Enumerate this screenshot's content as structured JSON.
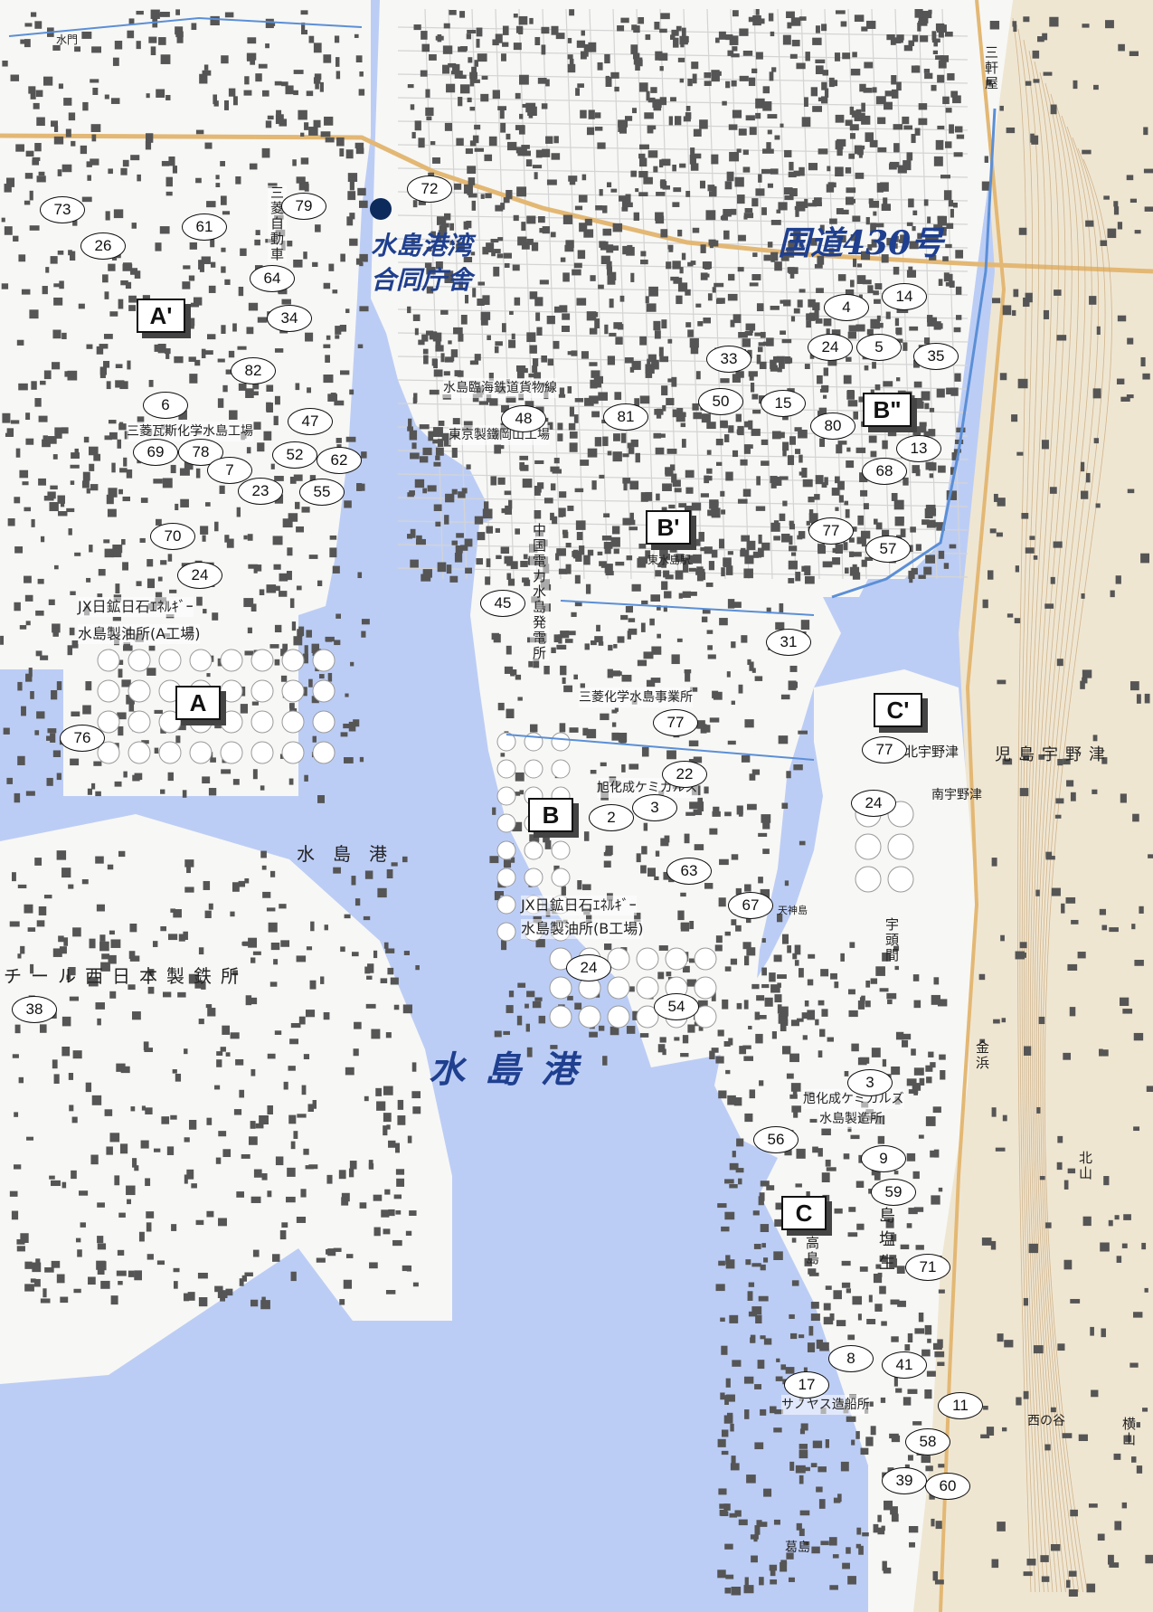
{
  "map": {
    "colors": {
      "water": "#bccdf5",
      "land": "#f7f7f5",
      "hill": "#efe6d2",
      "river": "#5b8fd6",
      "road_major": "#e3b874",
      "road_minor": "#d4d4d4",
      "block": "#555555",
      "label_blue": "#1f3f8f",
      "office_marker": "#0d2a5c"
    },
    "office": {
      "name_line1": "水島港湾",
      "name_line2": "合同庁舎",
      "icon": "office-dot-icon"
    },
    "route_label": "国道430号",
    "harbor_title": "水 島 港",
    "harbor_small": "水　島　港",
    "zones": [
      "A'",
      "A",
      "B'",
      "B\"",
      "B",
      "C'",
      "C"
    ],
    "facilities": {
      "jx_a_line1": "JX日鉱日石ｴﾈﾙｷﾞｰ",
      "jx_a_line2": "水島製油所(A工場)",
      "mitsubishi_gas": "三菱瓦斯化学水島工場",
      "mitsubishi_motors": "三菱自動車",
      "railway": "水島臨海鉄道貨物線",
      "tokyo_steel": "東京製鐵岡山工場",
      "chugoku_power": "中国電力水島発電所",
      "higashi_mizushima": "東水島駅",
      "mitsubishi_chem": "三菱化学水島事業所",
      "asahi_b": "旭化成ケミカルズ",
      "jx_b_line1": "JX日鉱日石ｴﾈﾙｷﾞｰ",
      "jx_b_line2": "水島製油所(B工場)",
      "jfe": "チール西日本製鉄所",
      "asahi_c_line1": "旭化成ケミカルズ",
      "asahi_c_line2": "水島製造所",
      "sanoyas": "サノヤス造船所",
      "kita_uno": "北宇野津",
      "kojima": "児島宇野津",
      "minami_uno": "南宇野津",
      "utoma": "宇頭間",
      "kanahama": "金浜",
      "takashima": "高島",
      "shionasu": "島塩生",
      "kuzushima": "葛島",
      "shimono": "西の谷",
      "yokoyama": "横山",
      "kitayama": "北山",
      "sanken": "三軒屋",
      "suimon": "水門",
      "tenjin": "天神島"
    },
    "markers": [
      {
        "n": "73"
      },
      {
        "n": "26"
      },
      {
        "n": "61"
      },
      {
        "n": "79"
      },
      {
        "n": "72"
      },
      {
        "n": "64"
      },
      {
        "n": "34"
      },
      {
        "n": "82"
      },
      {
        "n": "6"
      },
      {
        "n": "47"
      },
      {
        "n": "69"
      },
      {
        "n": "78"
      },
      {
        "n": "52"
      },
      {
        "n": "62"
      },
      {
        "n": "7"
      },
      {
        "n": "23"
      },
      {
        "n": "55"
      },
      {
        "n": "70"
      },
      {
        "n": "24"
      },
      {
        "n": "76"
      },
      {
        "n": "48"
      },
      {
        "n": "81"
      },
      {
        "n": "33"
      },
      {
        "n": "50"
      },
      {
        "n": "15"
      },
      {
        "n": "4"
      },
      {
        "n": "14"
      },
      {
        "n": "24"
      },
      {
        "n": "5"
      },
      {
        "n": "35"
      },
      {
        "n": "80"
      },
      {
        "n": "13"
      },
      {
        "n": "68"
      },
      {
        "n": "77"
      },
      {
        "n": "57"
      },
      {
        "n": "45"
      },
      {
        "n": "31"
      },
      {
        "n": "77"
      },
      {
        "n": "77"
      },
      {
        "n": "22"
      },
      {
        "n": "2"
      },
      {
        "n": "3"
      },
      {
        "n": "24"
      },
      {
        "n": "63"
      },
      {
        "n": "67"
      },
      {
        "n": "24"
      },
      {
        "n": "54"
      },
      {
        "n": "38"
      },
      {
        "n": "3"
      },
      {
        "n": "56"
      },
      {
        "n": "9"
      },
      {
        "n": "59"
      },
      {
        "n": "71"
      },
      {
        "n": "8"
      },
      {
        "n": "41"
      },
      {
        "n": "17"
      },
      {
        "n": "11"
      },
      {
        "n": "58"
      },
      {
        "n": "39"
      },
      {
        "n": "60"
      }
    ]
  }
}
